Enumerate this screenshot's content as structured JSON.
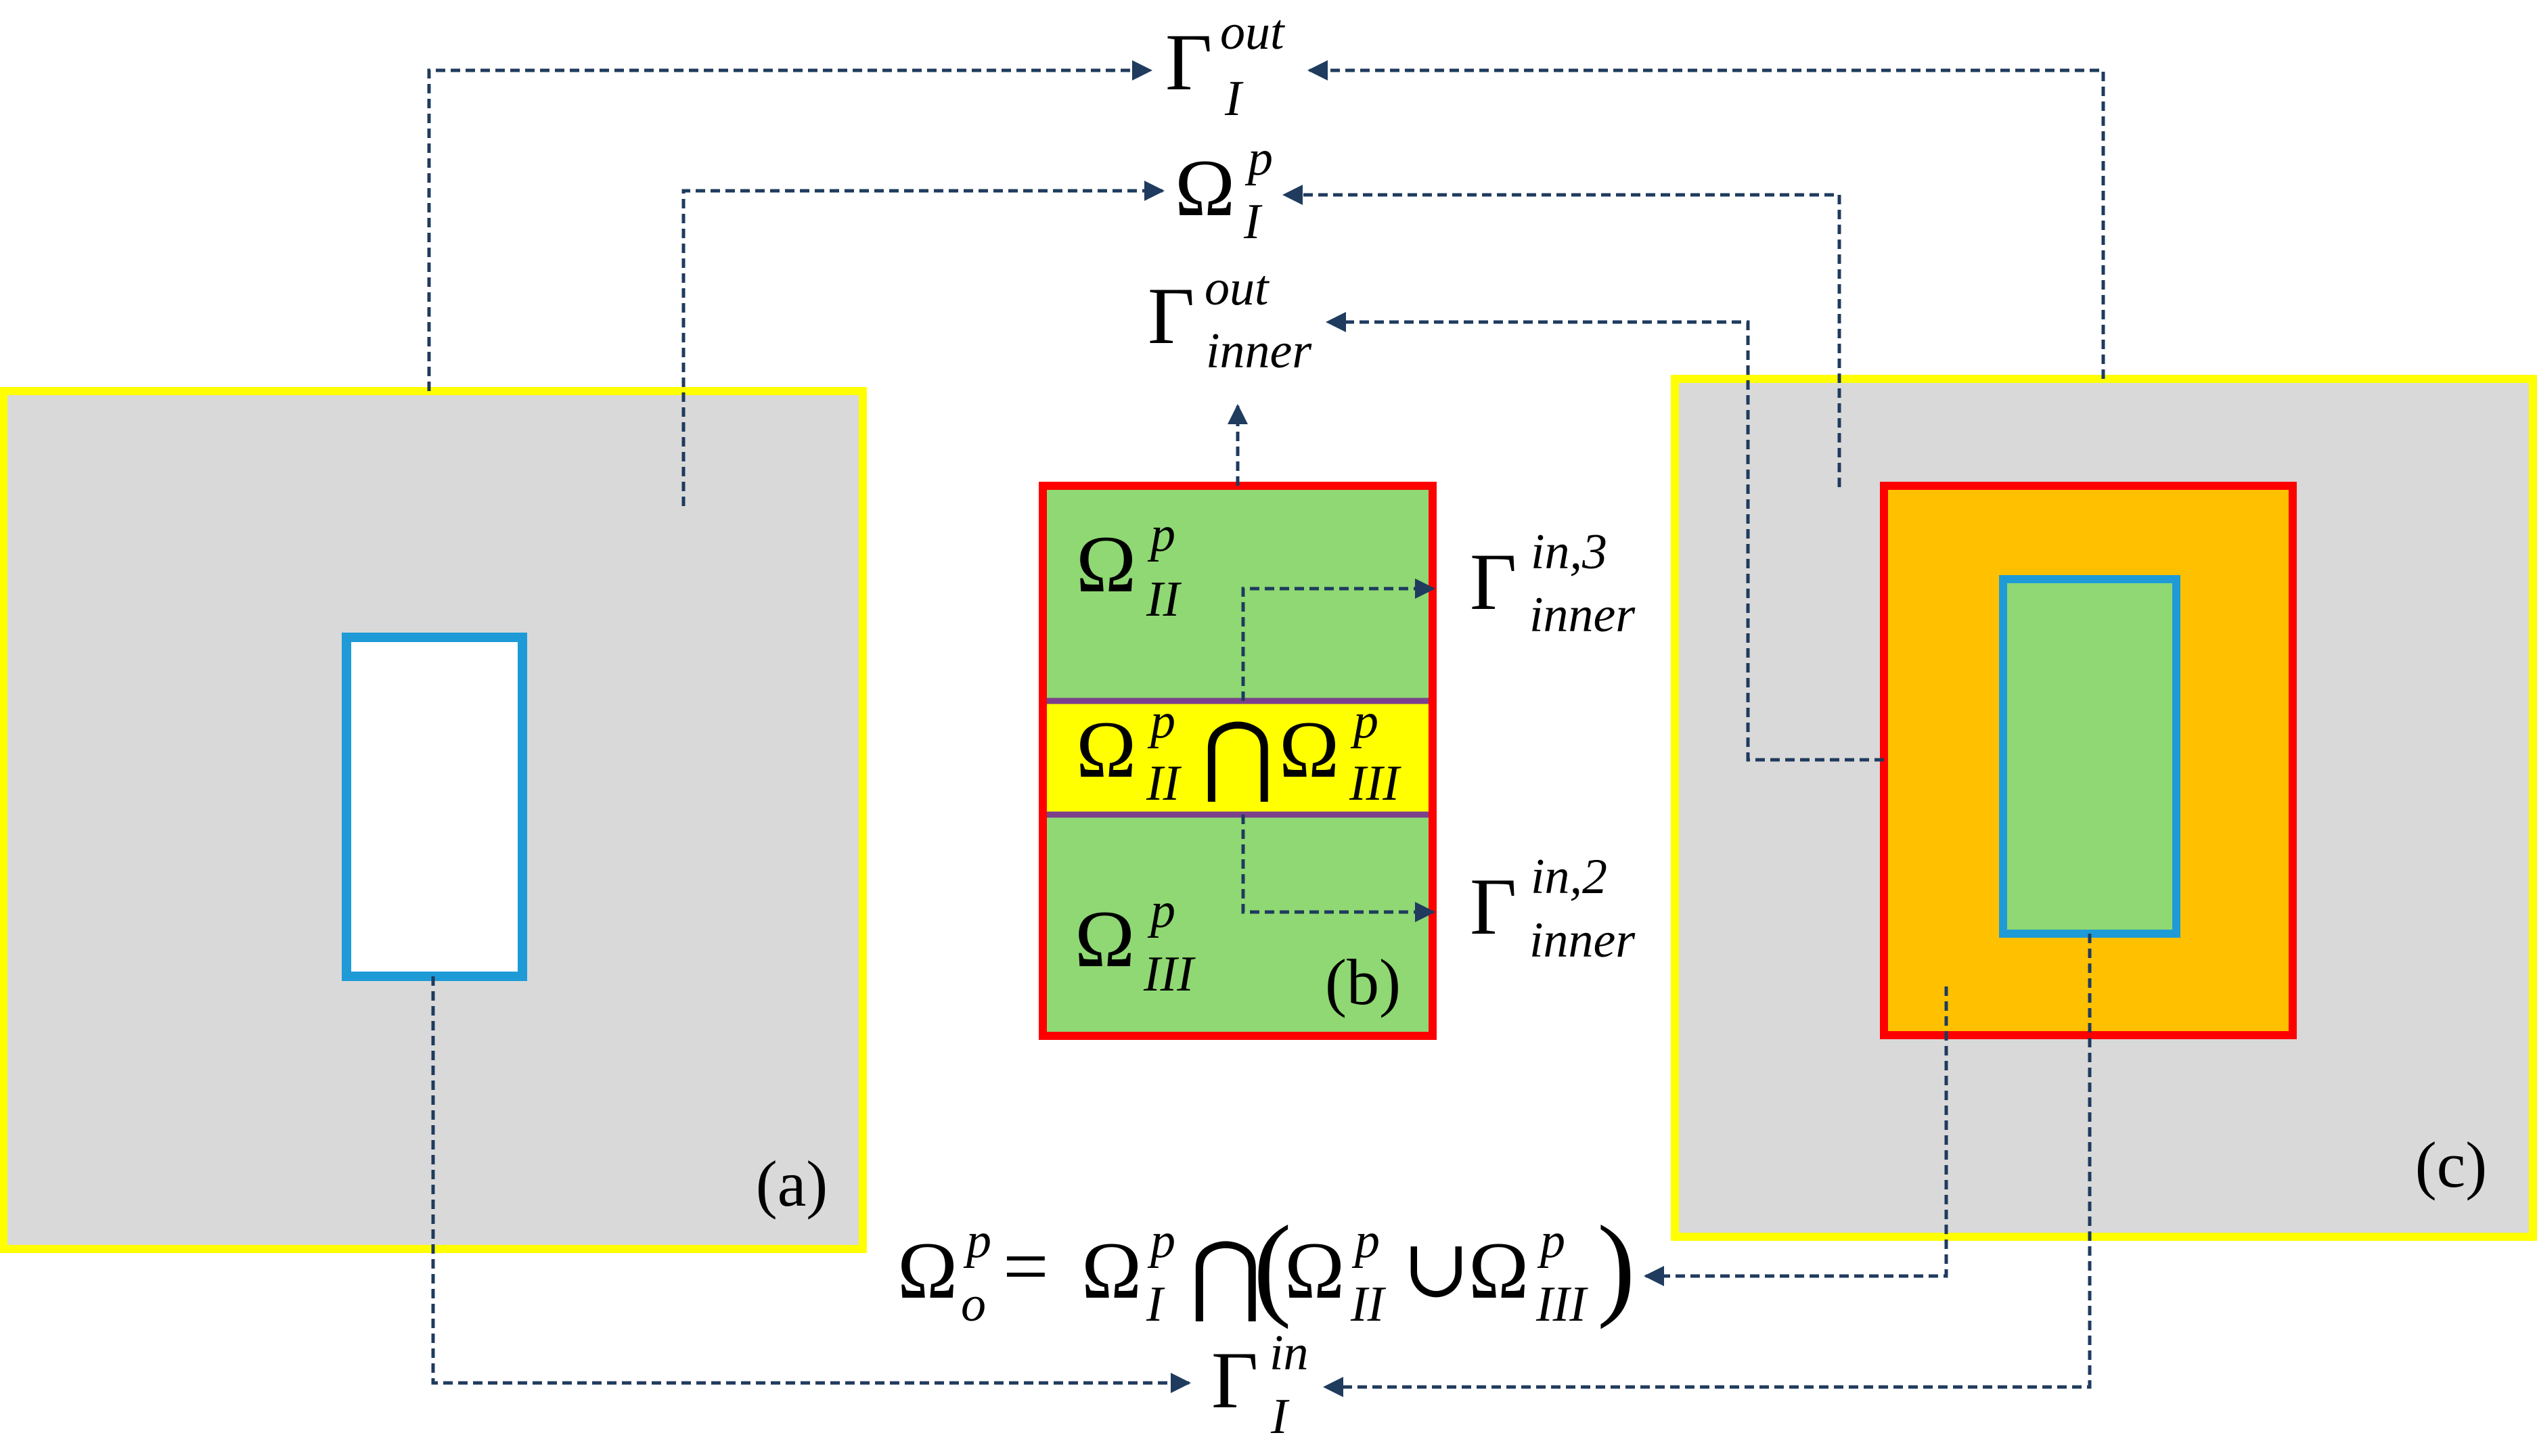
{
  "panel_labels": {
    "a": "(a)",
    "b": "(b)",
    "c": "(c)"
  },
  "symbols": {
    "Gamma": "Γ",
    "Omega": "Ω",
    "cap": "⋂",
    "cup": "∪",
    "equals": "=",
    "lparen": "(",
    "rparen": ")"
  },
  "labels": {
    "gamma_I_out": {
      "sub": "I",
      "sup": "out"
    },
    "omega_I_p": {
      "sub": "I",
      "sup": "p"
    },
    "gamma_inner_out": {
      "sub": "inner",
      "sup": "out"
    },
    "omega_II_p": {
      "sub": "II",
      "sup": "p"
    },
    "omega_III_p": {
      "sub": "III",
      "sup": "p"
    },
    "gamma_inner_in3": {
      "sub": "inner",
      "sup": "in,3"
    },
    "gamma_inner_in2": {
      "sub": "inner",
      "sup": "in,2"
    },
    "gamma_I_in": {
      "sub": "I",
      "sup": "in"
    },
    "omega_o_p": {
      "sub": "o",
      "sup": "p"
    }
  },
  "colors": {
    "gray_domain": "#d9d9d9",
    "yellow_border": "#ffff00",
    "blue_border": "#1e9bd7",
    "red_border": "#ff0000",
    "green_fill": "#8fd873",
    "yellow_fill": "#ffff00",
    "orange_fill": "#ffc000",
    "purple_line": "#7b3f8c",
    "connector": "#1f3b5e"
  }
}
